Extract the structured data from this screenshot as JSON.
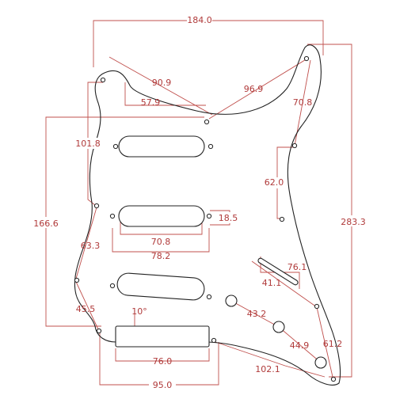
{
  "diagram": {
    "dimensions": {
      "overall_width": "184.0",
      "overall_height": "283.3",
      "left_height": "166.6",
      "neck_pocket_width": "90.9",
      "neck_pocket_inner": "57.9",
      "horn_span": "96.9",
      "upper_right": "70.8",
      "right_mid": "62.0",
      "left_upper": "101.8",
      "pickup_gap": "18.5",
      "pickup_length": "70.8",
      "pickup_outer": "78.2",
      "left_lower": "63.3",
      "left_bottom": "45.5",
      "control_slot": "76.1",
      "switch_slot": "41.1",
      "knob_spacing_1": "43.2",
      "knob_spacing_2": "44.9",
      "right_lower": "61.2",
      "angle": "10°",
      "bridge_pickup_length": "76.0",
      "bottom_width": "95.0",
      "bottom_diagonal": "102.1"
    }
  }
}
